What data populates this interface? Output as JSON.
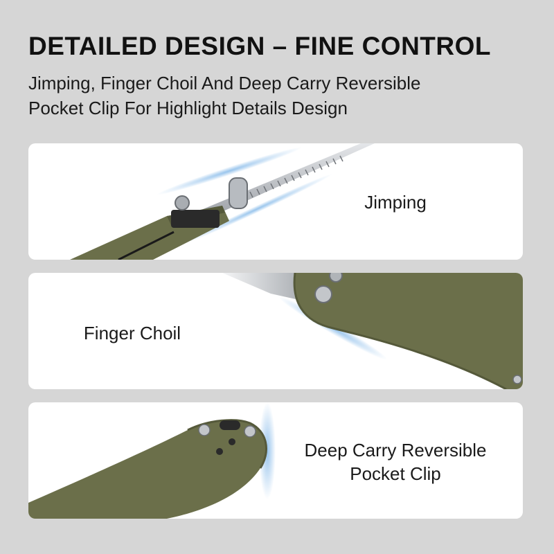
{
  "header": {
    "title": "DETAILED DESIGN – FINE CONTROL",
    "subtitle_line1": "Jimping,  Finger Choil And Deep Carry Reversible",
    "subtitle_line2": "Pocket Clip For Highlight Details Design"
  },
  "features": [
    {
      "label": "Jimping"
    },
    {
      "label": "Finger Choil"
    },
    {
      "label_line1": "Deep Carry Reversible",
      "label_line2": "Pocket Clip"
    }
  ],
  "colors": {
    "background": "#d6d6d6",
    "card": "#ffffff",
    "handle_green": "#6b6f4a",
    "blade_steel": "#c9ccd0",
    "accent_blue": "#7fb6e8"
  }
}
